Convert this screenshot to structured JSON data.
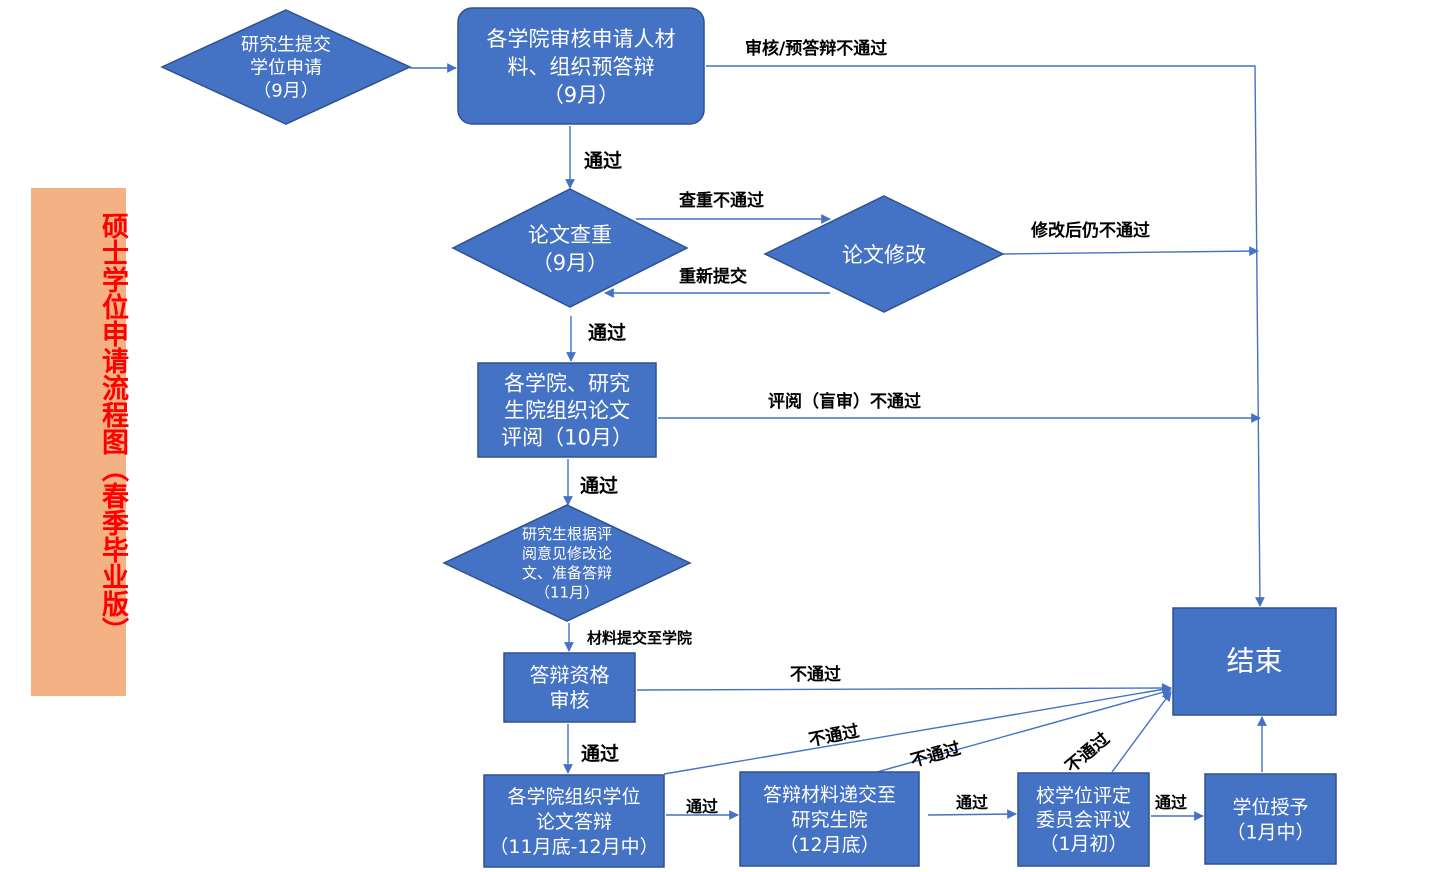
{
  "title": "硕士学位申请流程图（春季毕业版）",
  "colors": {
    "node_fill": "#4472c4",
    "node_stroke": "#2f528f",
    "edge": "#4472c4",
    "title_bg": "#f4b183",
    "title_text": "#ff0000"
  },
  "nodes": {
    "submit": [
      "研究生提交",
      "学位申请",
      "（9月）"
    ],
    "review": [
      "各学院审核申请人材",
      "料、组织预答辩",
      "（9月）"
    ],
    "check": [
      "论文查重",
      "（9月）"
    ],
    "revise": [
      "论文修改"
    ],
    "blind": [
      "各学院、研究",
      "生院组织论文",
      "评阅（10月）"
    ],
    "modify": [
      "研究生根据评",
      "阅意见修改论",
      "文、准备答辩",
      "（11月）"
    ],
    "qualify": [
      "答辩资格",
      "审核"
    ],
    "defense": [
      "各学院组织学位",
      "论文答辩",
      "（11月底-12月中）"
    ],
    "materials": [
      "答辩材料递交至",
      "研究生院",
      "（12月底）"
    ],
    "committee": [
      "校学位评定",
      "委员会评议",
      "（1月初）"
    ],
    "grant": [
      "学位授予",
      "（1月中）"
    ],
    "end": [
      "结束"
    ]
  },
  "edges": {
    "review_fail": "审核/预答辩不通过",
    "pass1": "通过",
    "check_fail": "查重不通过",
    "resubmit": "重新提交",
    "revise_fail": "修改后仍不通过",
    "pass2": "通过",
    "blind_fail": "评阅（盲审）不通过",
    "pass3": "通过",
    "materials_submit": "材料提交至学院",
    "qualify_fail": "不通过",
    "pass4": "通过",
    "defense_fail": "不通过",
    "defense_pass": "通过",
    "materials_fail": "不通过",
    "materials_pass": "通过",
    "committee_fail": "不通过",
    "committee_pass": "通过"
  }
}
